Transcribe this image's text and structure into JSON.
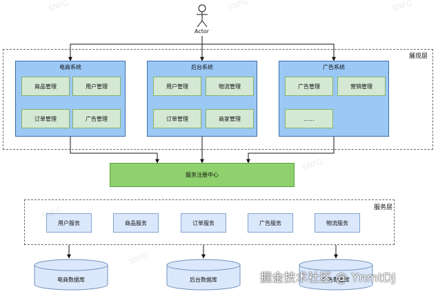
{
  "actor": {
    "label": "Actor"
  },
  "layers": {
    "presentation": {
      "label": "展现层"
    },
    "service": {
      "label": "服务层"
    }
  },
  "systems": [
    {
      "title": "电商系统",
      "modules": [
        "商品管理",
        "用户管理",
        "订单管理",
        "广告管理"
      ]
    },
    {
      "title": "后台系统",
      "modules": [
        "用户管理",
        "物流管理",
        "订单管理",
        "商家管理"
      ]
    },
    {
      "title": "广告系统",
      "modules": [
        "广告管理",
        "营销管理",
        "......"
      ]
    }
  ],
  "registry": {
    "label": "服务注册中心"
  },
  "services": [
    "用户服务",
    "商品服务",
    "订单服务",
    "广告服务",
    "物流服务"
  ],
  "databases": [
    "电商数据库",
    "后台数据库",
    "广告数据库"
  ],
  "watermark": {
    "text": "掘金技术社区 @ YnmtDJ"
  },
  "colors": {
    "system_fill": "#9cc8f5",
    "module_fill": "#d5e8d4",
    "registry_fill": "#8fd16d",
    "service_fill": "#dbe8fb",
    "database_fill": "#dbe8fb"
  }
}
